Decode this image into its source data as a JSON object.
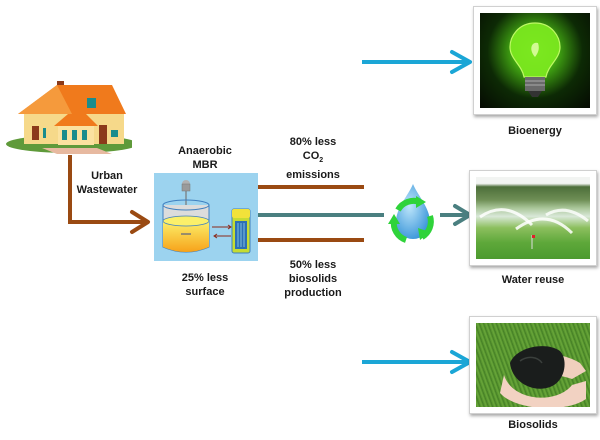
{
  "source": {
    "label_line1": "Urban",
    "label_line2": "Wastewater",
    "icon": "house-icon"
  },
  "reactor": {
    "title_line1": "Anaerobic",
    "title_line2": "MBR",
    "note_line1": "25% less",
    "note_line2": "surface",
    "icon": "anaerobic-mbr-reactor-icon"
  },
  "benefits": {
    "co2": {
      "line1": "80% less",
      "line2_main": "CO",
      "line2_sub": "2",
      "line3": "emissions"
    },
    "biosolids": {
      "line1": "50% less",
      "line2": "biosolids",
      "line3": "production"
    }
  },
  "recycle_icon": "water-recycle-icon",
  "outputs": [
    {
      "label": "Bioenergy",
      "icon": "green-lightbulb-image"
    },
    {
      "label": "Water reuse",
      "icon": "sprinkler-field-image"
    },
    {
      "label": "Biosolids",
      "icon": "biosolids-hands-image"
    }
  ],
  "colors": {
    "brown_flow": "#9a4a12",
    "teal_flow": "#4a7f80",
    "blue_flow": "#1ba6d6",
    "reactor_bg": "#9cd3ef"
  }
}
